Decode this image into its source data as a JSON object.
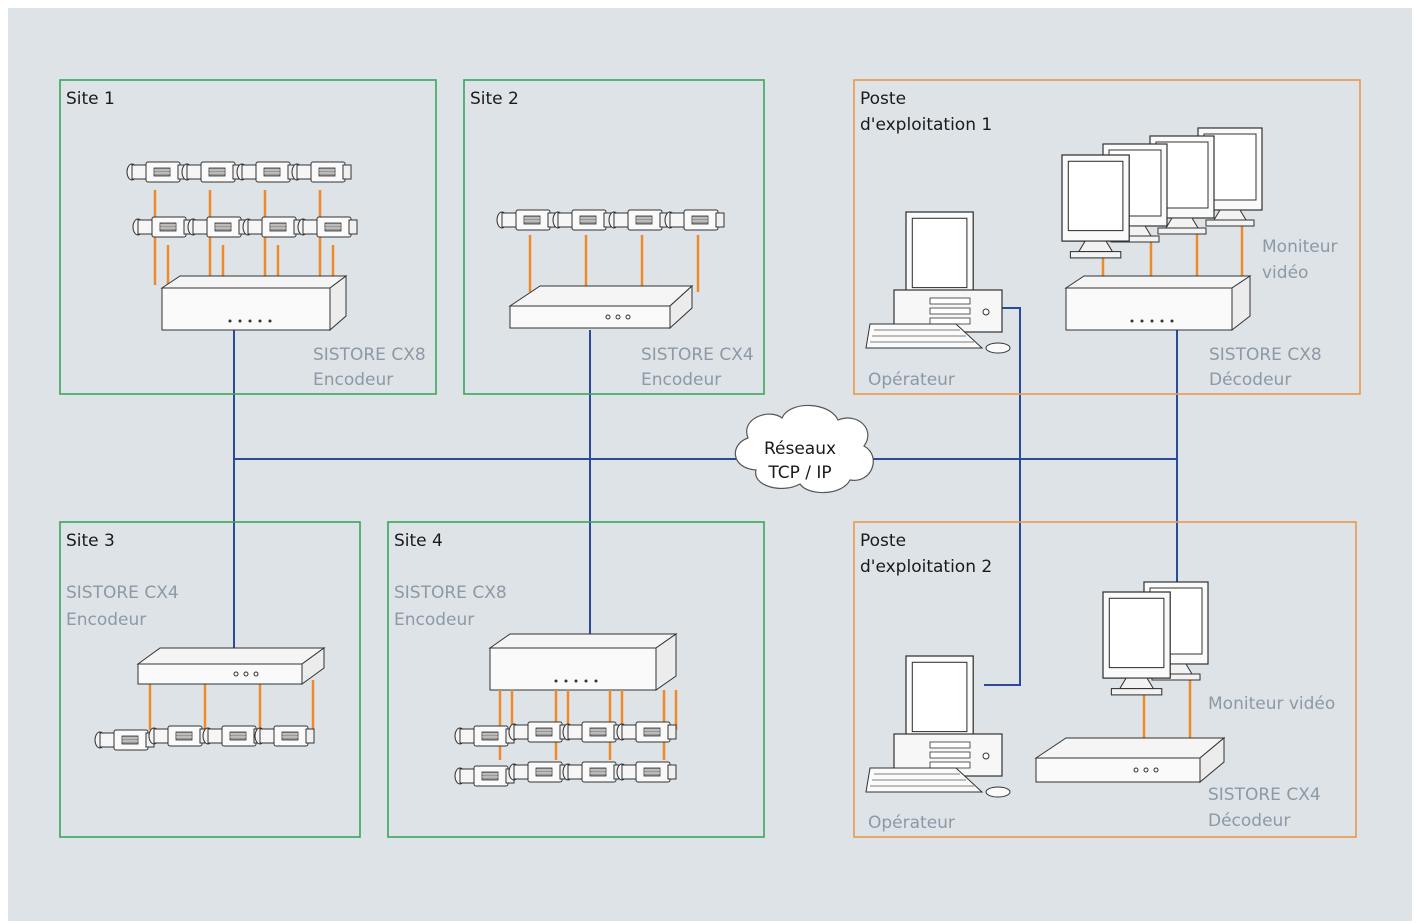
{
  "sites": [
    {
      "key": "site1",
      "title": "Site 1",
      "device": "SISTORE CX8",
      "role": "Encodeur"
    },
    {
      "key": "site2",
      "title": "Site 2",
      "device": "SISTORE CX4",
      "role": "Encodeur"
    },
    {
      "key": "site3",
      "title": "Site 3",
      "device": "SISTORE CX4",
      "role": "Encodeur"
    },
    {
      "key": "site4",
      "title": "Site 4",
      "device": "SISTORE CX8",
      "role": "Encodeur"
    }
  ],
  "stations": [
    {
      "key": "station1",
      "title_line1": "Poste",
      "title_line2": "d'exploitation 1",
      "operator": "Opérateur",
      "monitor_line1": "Moniteur",
      "monitor_line2": "vidéo",
      "device": "SISTORE CX8",
      "role": "Décodeur"
    },
    {
      "key": "station2",
      "title_line1": "Poste",
      "title_line2": "d'exploitation 2",
      "operator": "Opérateur",
      "monitor_line1": "Moniteur vidéo",
      "device": "SISTORE CX4",
      "role": "Décodeur"
    }
  ],
  "network": {
    "line1": "Réseaux",
    "line2": "TCP / IP"
  },
  "colors": {
    "background": "#dde3e7",
    "site_border": "#3aa55a",
    "station_border": "#e89a4a",
    "network_line": "#2c4a9a",
    "video_cable": "#ee8a2a",
    "muted_text": "#8c99a6"
  }
}
